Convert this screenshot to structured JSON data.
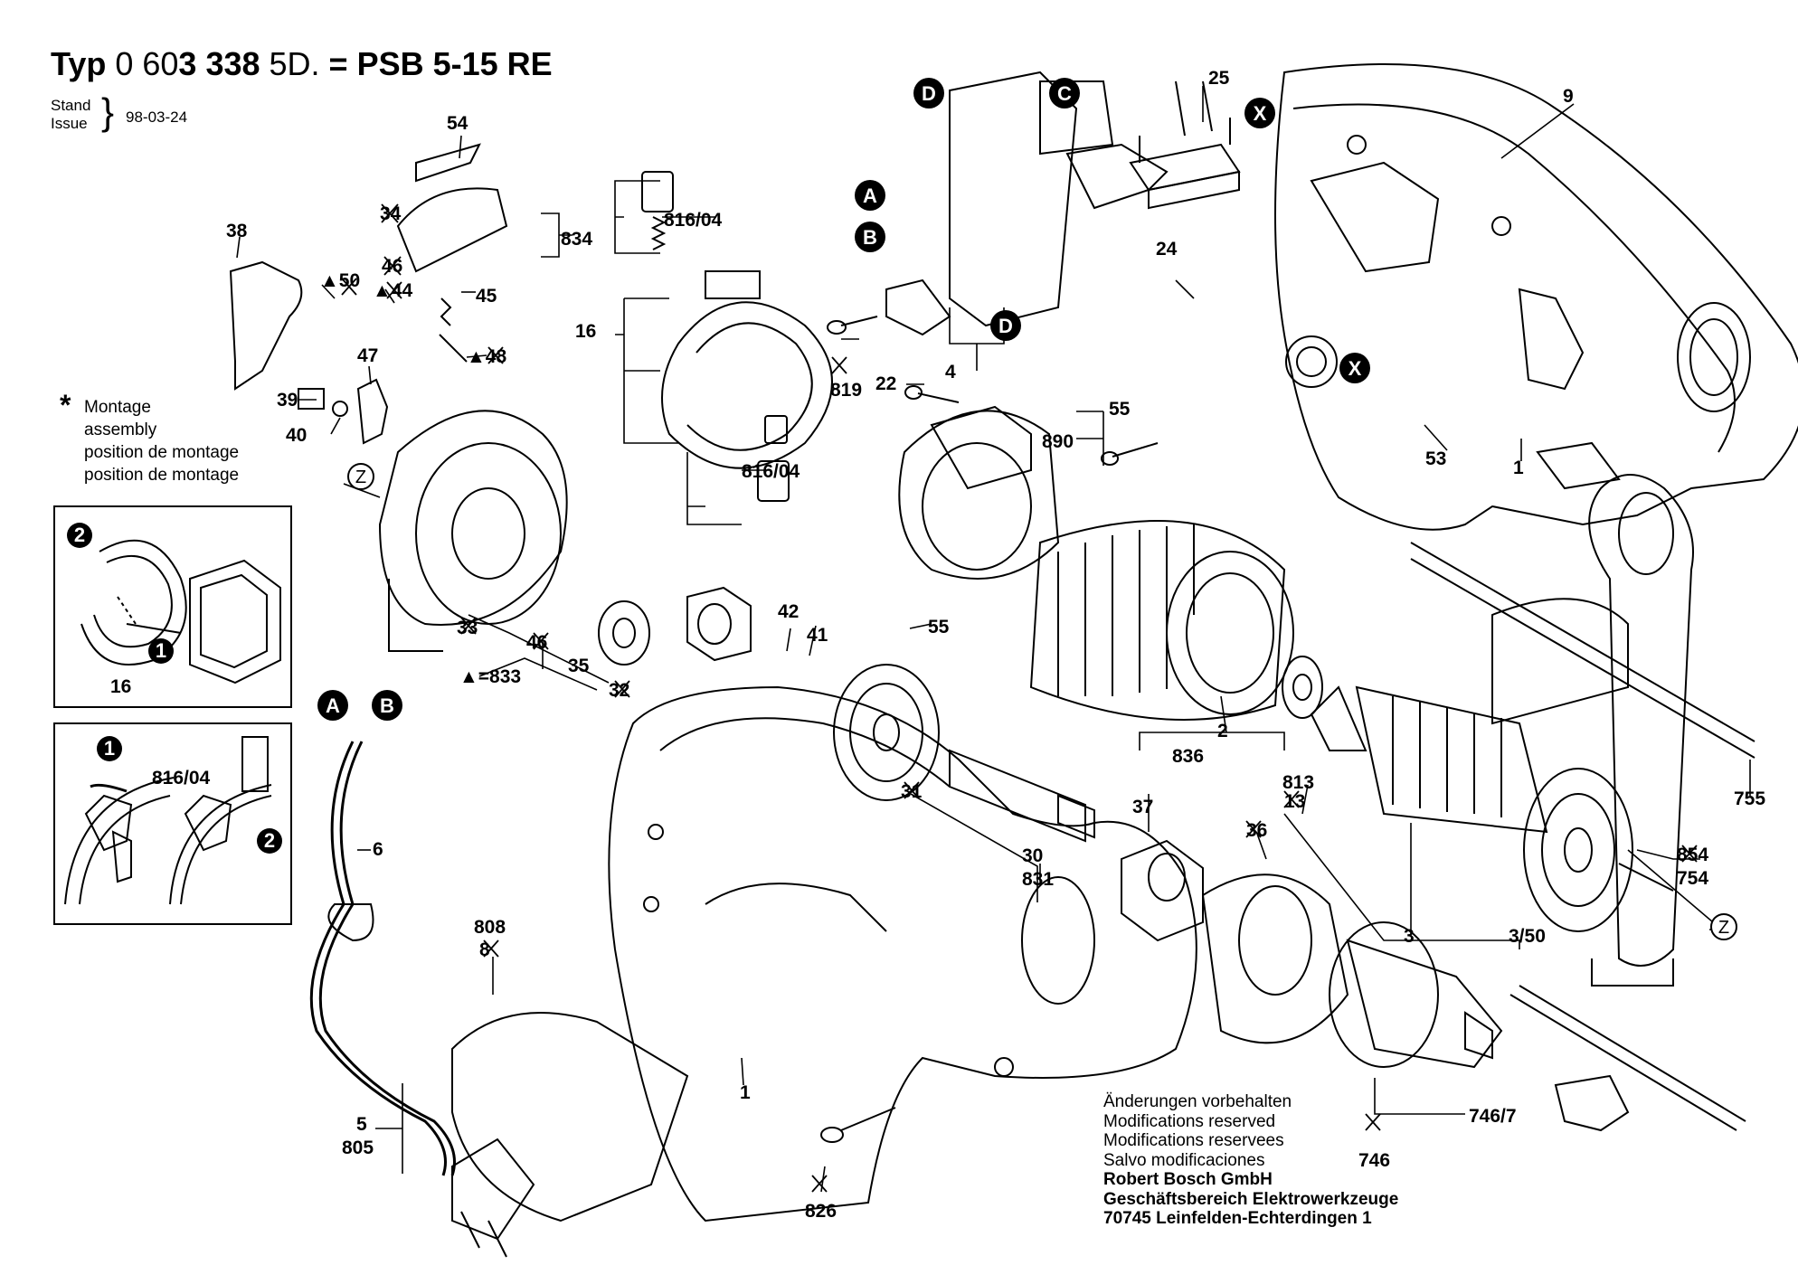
{
  "header": {
    "typ_word": "Typ",
    "number_a": " 0 60",
    "number_b": "3 338",
    "number_c": " 5D.",
    "model": " = PSB 5-15 RE",
    "stand_label": "Stand",
    "issue_label": "Issue",
    "date": "98-03-24"
  },
  "assembly_note": {
    "symbol": "*",
    "lines": [
      "Montage",
      "assembly",
      "position de montage",
      "position de montage"
    ]
  },
  "footer_notes": {
    "lines": [
      "Änderungen vorbehalten",
      "Modifications reserved",
      "Modifications reservees",
      "Salvo modificaciones"
    ],
    "company_lines": [
      "Robert Bosch GmbH",
      "Geschäftsbereich Elektrowerkzeuge",
      "70745 Leinfelden-Echterdingen 1"
    ]
  },
  "part_labels": [
    {
      "id": "p54",
      "text": "54"
    },
    {
      "id": "p38",
      "text": "38"
    },
    {
      "id": "p834",
      "text": "834"
    },
    {
      "id": "p34",
      "text": "34"
    },
    {
      "id": "p46a",
      "text": "46"
    },
    {
      "id": "p45",
      "text": "45"
    },
    {
      "id": "p50",
      "text": "▲50"
    },
    {
      "id": "p44",
      "text": "▲44"
    },
    {
      "id": "p47",
      "text": "47"
    },
    {
      "id": "p48",
      "text": "▲48"
    },
    {
      "id": "p39",
      "text": "39"
    },
    {
      "id": "p40",
      "text": "40"
    },
    {
      "id": "p816a",
      "text": "816/04"
    },
    {
      "id": "p16",
      "text": "16"
    },
    {
      "id": "p816b",
      "text": "816/04"
    },
    {
      "id": "p819",
      "text": "819"
    },
    {
      "id": "p4",
      "text": "4"
    },
    {
      "id": "p22",
      "text": "22"
    },
    {
      "id": "p55a",
      "text": "55"
    },
    {
      "id": "p890",
      "text": "890"
    },
    {
      "id": "p25",
      "text": "25"
    },
    {
      "id": "p24",
      "text": "24"
    },
    {
      "id": "p9",
      "text": "9"
    },
    {
      "id": "p53",
      "text": "53"
    },
    {
      "id": "p1a",
      "text": "1"
    },
    {
      "id": "p33",
      "text": "33"
    },
    {
      "id": "p46b",
      "text": "46"
    },
    {
      "id": "p833",
      "text": "▲=833"
    },
    {
      "id": "p35",
      "text": "35"
    },
    {
      "id": "p32",
      "text": "32"
    },
    {
      "id": "p42",
      "text": "42"
    },
    {
      "id": "p41",
      "text": "41"
    },
    {
      "id": "p55b",
      "text": "55"
    },
    {
      "id": "p2",
      "text": "2"
    },
    {
      "id": "p813",
      "text": "813"
    },
    {
      "id": "p13",
      "text": "13"
    },
    {
      "id": "p836",
      "text": "836"
    },
    {
      "id": "p37",
      "text": "37"
    },
    {
      "id": "p36",
      "text": "36"
    },
    {
      "id": "p31",
      "text": "31"
    },
    {
      "id": "p30",
      "text": "30"
    },
    {
      "id": "p831",
      "text": "831"
    },
    {
      "id": "p3",
      "text": "3"
    },
    {
      "id": "p350",
      "text": "3/50"
    },
    {
      "id": "p755",
      "text": "755"
    },
    {
      "id": "p854",
      "text": "854"
    },
    {
      "id": "p754",
      "text": "754"
    },
    {
      "id": "p6",
      "text": "6"
    },
    {
      "id": "p808",
      "text": "808"
    },
    {
      "id": "p8",
      "text": "8"
    },
    {
      "id": "p1b",
      "text": "1"
    },
    {
      "id": "p5",
      "text": "5"
    },
    {
      "id": "p805",
      "text": "805"
    },
    {
      "id": "p826",
      "text": "826"
    },
    {
      "id": "p746_7",
      "text": "746/7"
    },
    {
      "id": "p746",
      "text": "746"
    },
    {
      "id": "p16b",
      "text": "16"
    },
    {
      "id": "p816c",
      "text": "816/04"
    }
  ],
  "markers": {
    "A": "A",
    "B": "B",
    "C": "C",
    "D": "D",
    "X": "X",
    "Z": "Z",
    "step1": "1",
    "step2": "2"
  }
}
